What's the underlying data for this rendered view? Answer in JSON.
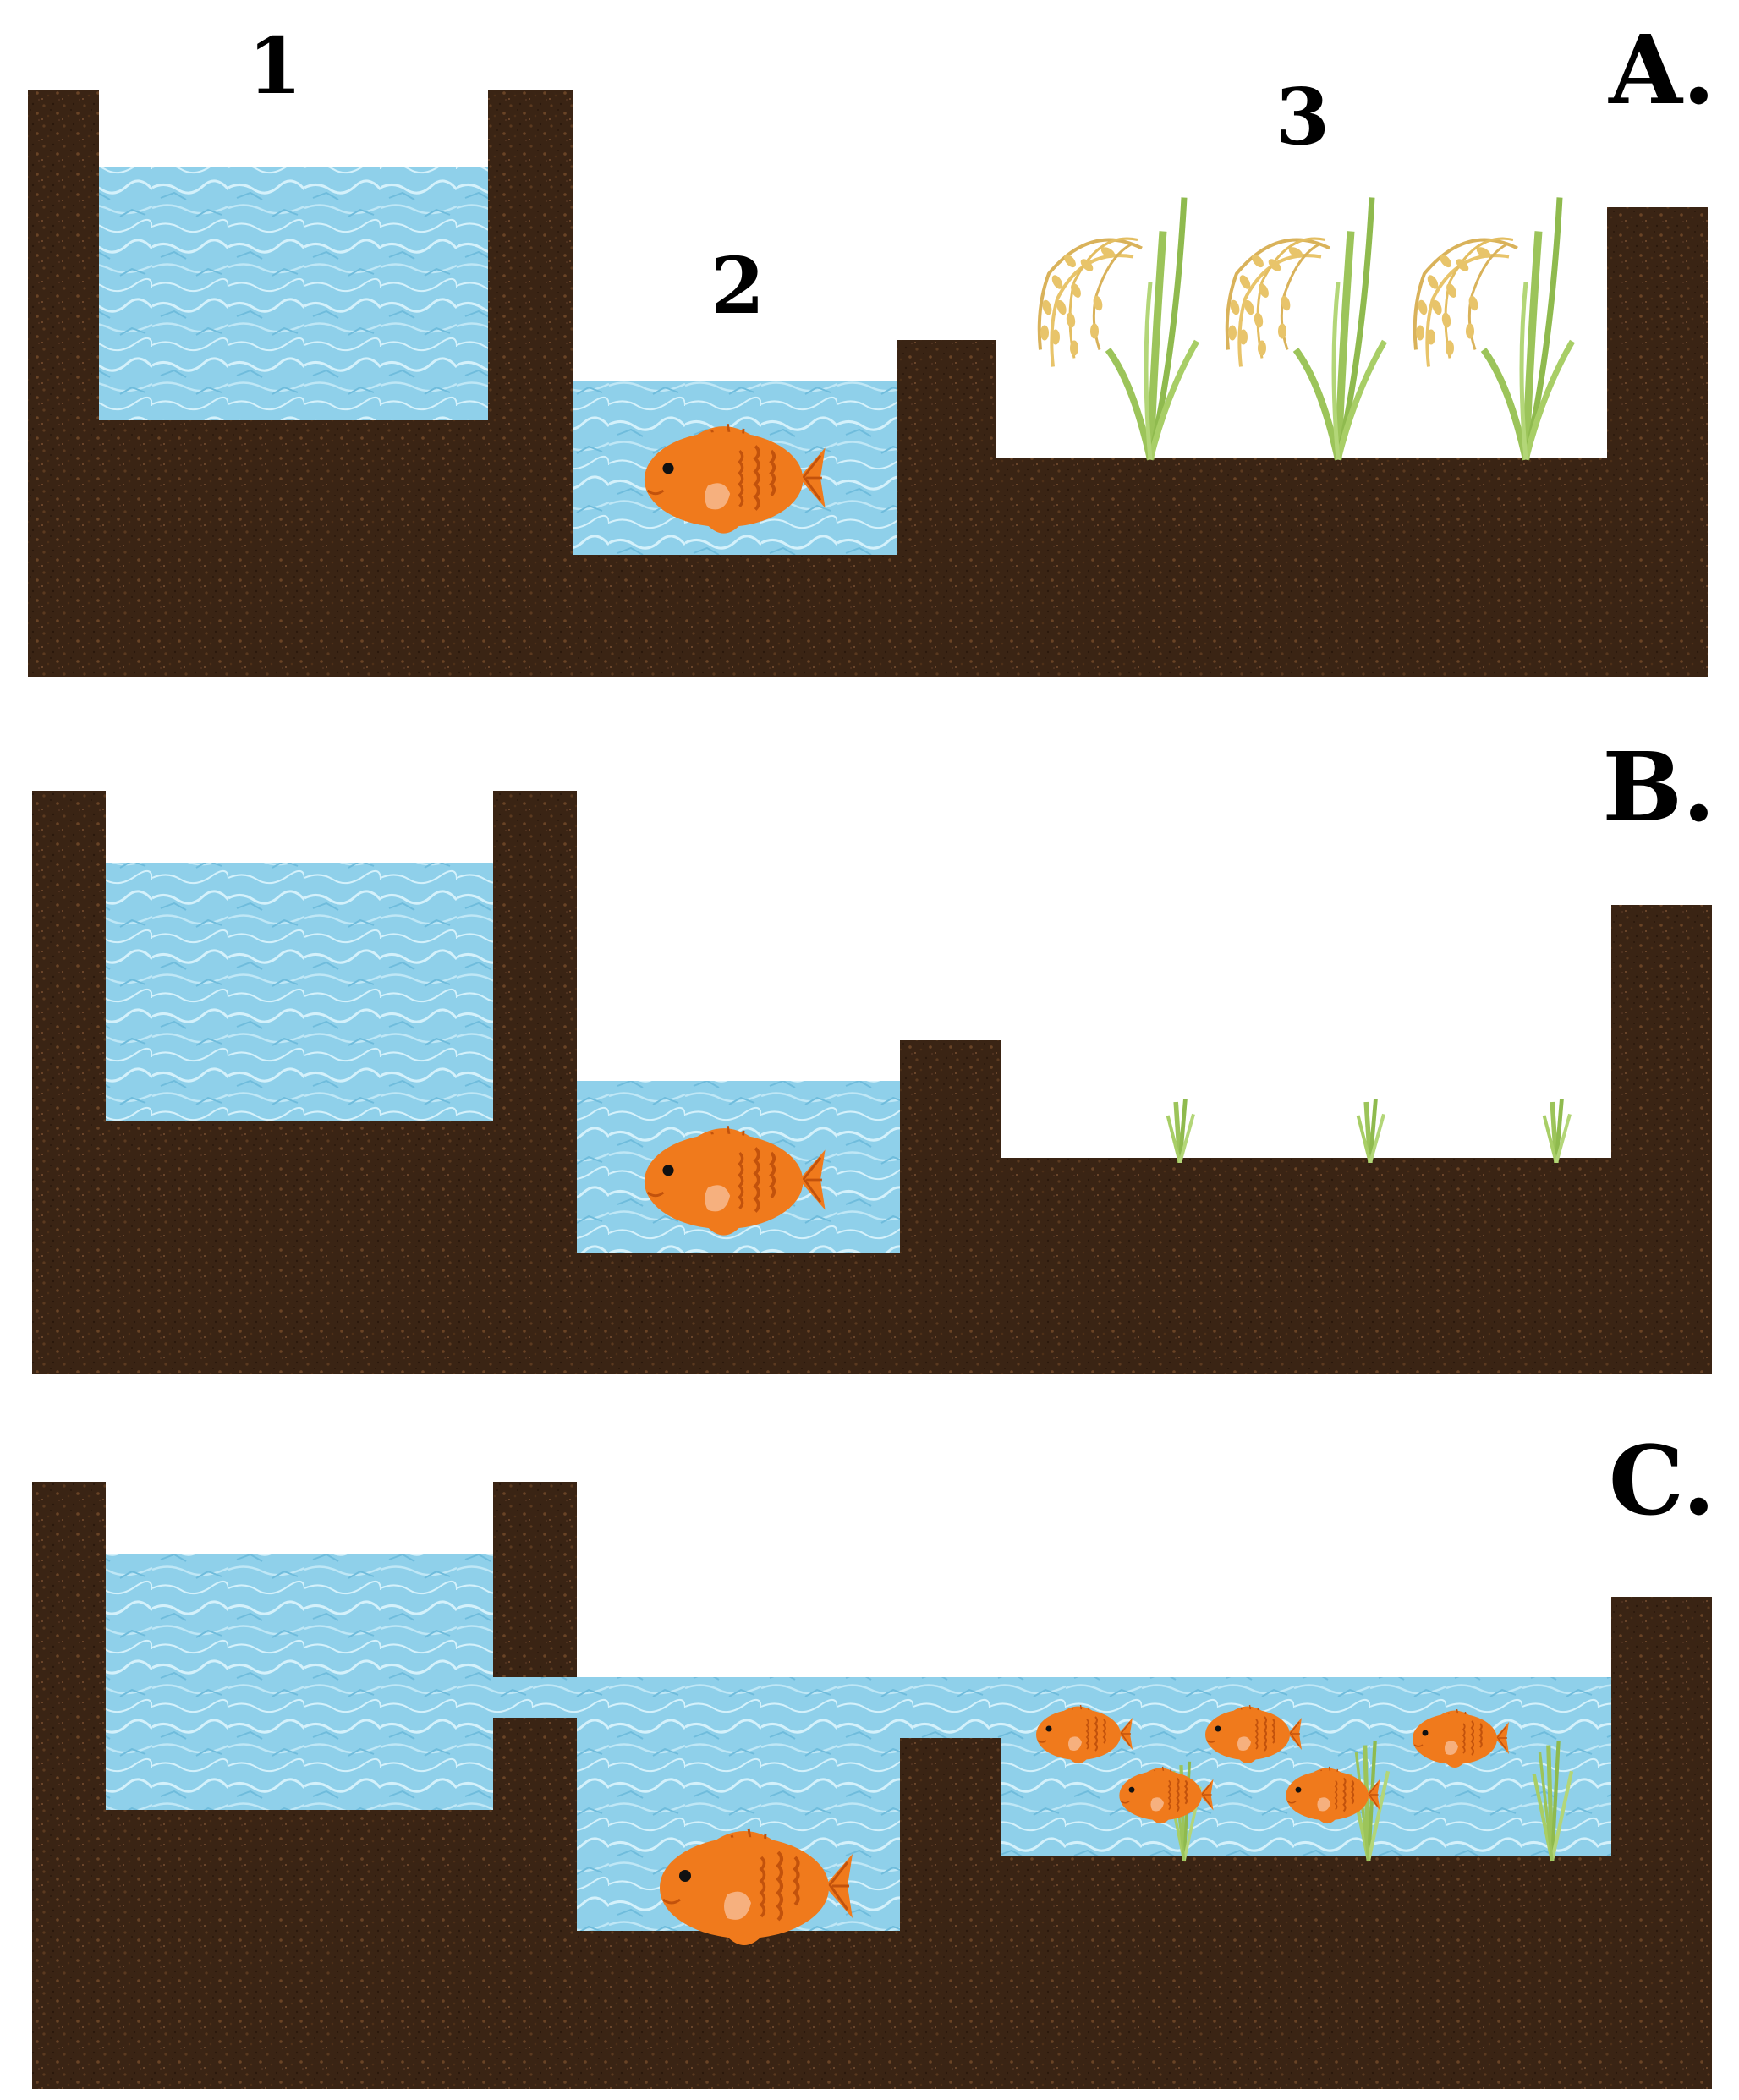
{
  "panels": [
    {
      "letter": "A.",
      "labels": [
        "1",
        "2",
        "3"
      ],
      "stage": "dry-field-mature-rice",
      "field_flooded": false,
      "rice": "mature-with-grain",
      "fish_in_pond": 1,
      "fish_in_field": 0
    },
    {
      "letter": "B.",
      "labels": [],
      "stage": "dry-field-cut-stubble",
      "field_flooded": false,
      "rice": "stubble",
      "fish_in_pond": 1,
      "fish_in_field": 0
    },
    {
      "letter": "C.",
      "labels": [],
      "stage": "flooded-field-connected",
      "field_flooded": true,
      "rice": "stubble-regrowth",
      "fish_in_pond": 1,
      "fish_in_field": 5
    }
  ],
  "colors": {
    "soil": "#3a2414",
    "soil_light": "#5a3a22",
    "water": "#8fd0ea",
    "water_light": "#c9ecf7",
    "fish": "#f07a1c",
    "fish_dark": "#c2520c",
    "fish_cheek": "#f6b07e",
    "rice_leaf": "#9cc45a",
    "rice_grain": "#e8c46a",
    "text": "#000000"
  },
  "icons": [
    "fish-icon",
    "rice-plant-icon",
    "rice-stubble-icon"
  ]
}
